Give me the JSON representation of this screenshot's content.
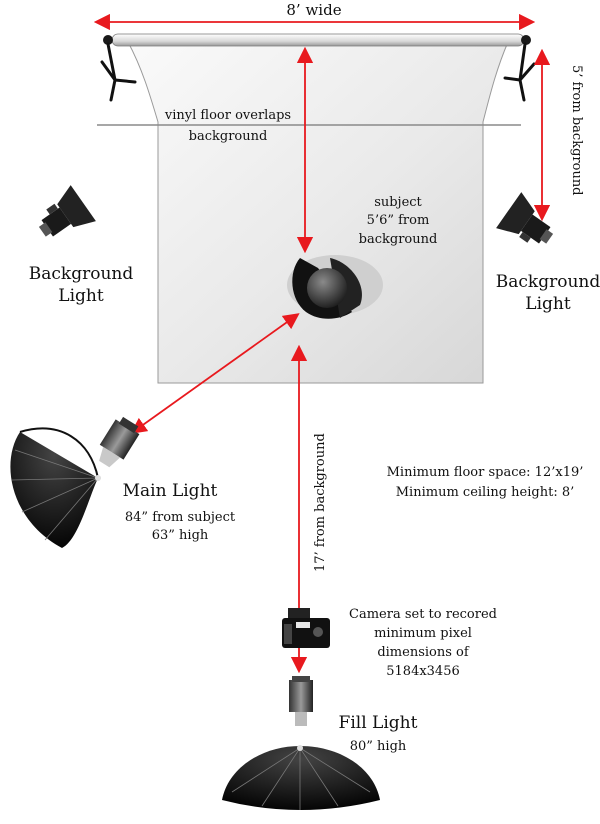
{
  "labels": {
    "width": "8’ wide",
    "floor_line1": "vinyl floor overlaps",
    "floor_line2": "background",
    "bg_distance": "5’ from background",
    "subject_line1": "subject",
    "subject_line2": "5’6” from",
    "subject_line3": "background",
    "bg_light_left_line1": "Background",
    "bg_light_left_line2": "Light",
    "bg_light_right_line1": "Background",
    "bg_light_right_line2": "Light",
    "main_light_title": "Main Light",
    "main_light_line1": "84” from subject",
    "main_light_line2": "63” high",
    "camera_distance": "17’ from background",
    "floor_space": "Minimum floor space: 12’x19’",
    "ceiling_height": "Minimum ceiling height: 8’",
    "camera_line1": "Camera set to recored",
    "camera_line2": "minimum pixel",
    "camera_line3": "dimensions of",
    "camera_line4": "5184x3456",
    "fill_light_title": "Fill Light",
    "fill_light_line1": "80” high"
  },
  "colors": {
    "arrow": "#e8191e",
    "backdrop": "#e8e8e8",
    "backdrop_edge": "#8a8a8a",
    "equipment": "#1a1a1a"
  }
}
